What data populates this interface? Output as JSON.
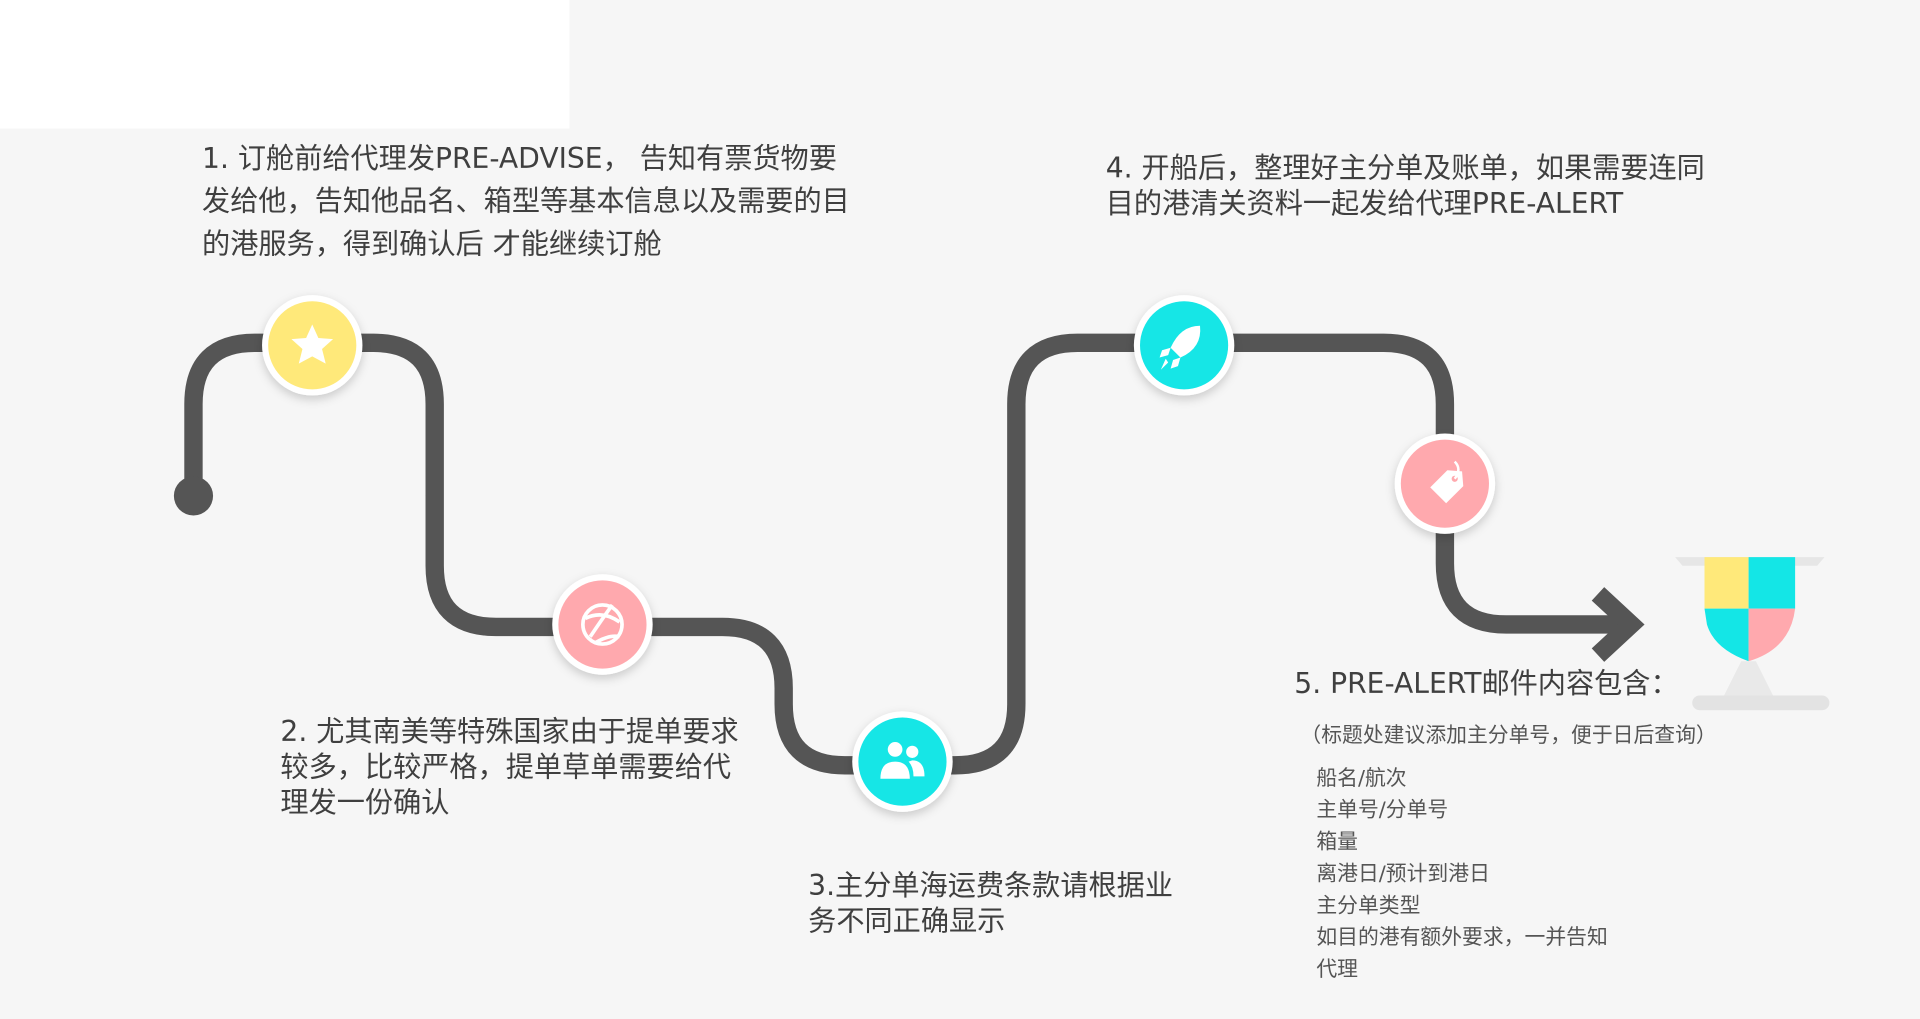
{
  "steps": {
    "step1": "1. 订舱前给代理发PRE-ADVISE， 告知有票货物要发给他，告知他品名、箱型等基本信息以及需要的目的港服务，得到确认后 才能继续订舱",
    "step2": "2. 尤其南美等特殊国家由于提单要求较多，比较严格，提单草单需要给代理发一份确认",
    "step3": "3.主分单海运费条款请根据业务不同正确显示",
    "step4": "4. 开船后，整理好主分单及账单，如果需要连同目的港清关资料一起发给代理PRE-ALERT",
    "step5_title": "5. PRE-ALERT邮件内容包含：",
    "step5_note": "（标题处建议添加主分单号，便于日后查询）",
    "step5_items": [
      "船名/航次",
      "主单号/分单号",
      "箱量",
      "离港日/预计到港日",
      "主分单类型",
      "如目的港有额外要求，一并告知\n代理"
    ]
  },
  "icons": [
    "star-icon",
    "globe-icon",
    "users-icon",
    "rocket-icon",
    "tag-icon",
    "trophy-icon"
  ],
  "colors": {
    "path": "#555555",
    "yellow": "#ffe97a",
    "pink": "#ffa9ae",
    "cyan": "#14e6e6",
    "bg": "#f6f6f6"
  }
}
